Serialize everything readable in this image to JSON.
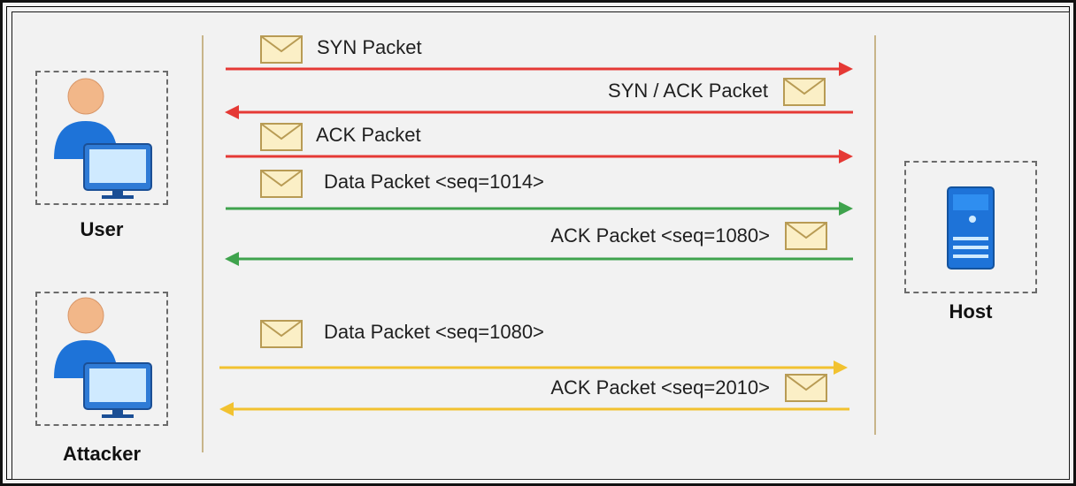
{
  "entities": {
    "user": {
      "label": "User"
    },
    "attacker": {
      "label": "Attacker"
    },
    "host": {
      "label": "Host"
    }
  },
  "messages": [
    {
      "label": "SYN Packet",
      "direction": "to-host",
      "color": "#e53935"
    },
    {
      "label": "SYN / ACK Packet",
      "direction": "to-user",
      "color": "#e53935"
    },
    {
      "label": "ACK Packet",
      "direction": "to-host",
      "color": "#e53935"
    },
    {
      "label": "Data Packet <seq=1014>",
      "direction": "to-host",
      "color": "#3fa34d"
    },
    {
      "label": "ACK Packet <seq=1080>",
      "direction": "to-user",
      "color": "#3fa34d"
    },
    {
      "label": "Data Packet <seq=1080>",
      "direction": "to-host",
      "color": "#f2c230"
    },
    {
      "label": "ACK Packet <seq=2010>",
      "direction": "to-user",
      "color": "#f2c230"
    }
  ],
  "icons": {
    "message": "envelope-icon",
    "user": "user-computer-icon",
    "attacker": "attacker-computer-icon",
    "host": "server-icon"
  },
  "colors": {
    "divider": "#c8b58a",
    "envelope_fill": "#fbefc6",
    "envelope_stroke": "#b89b54",
    "person_skin": "#f2b789",
    "person_body": "#1e73d8",
    "monitor": "#2f7bd6"
  }
}
